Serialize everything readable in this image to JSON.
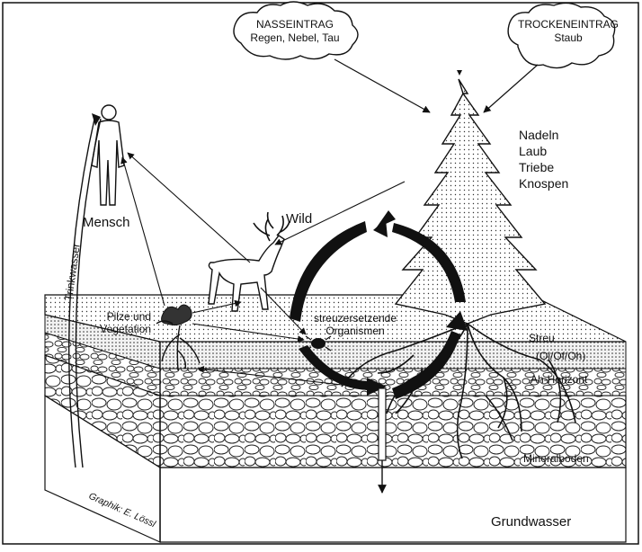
{
  "clouds": {
    "wet": {
      "title": "NASSEINTRAG",
      "subtitle": "Regen, Nebel, Tau"
    },
    "dry": {
      "title": "TROCKENEINTRAG",
      "subtitle": "Staub"
    }
  },
  "tree_parts": [
    "Nadeln",
    "Laub",
    "Triebe",
    "Knospen"
  ],
  "labels": {
    "human": "Mensch",
    "game": "Wild",
    "drinking_water": "Trinkwasser",
    "fungi": [
      "Pilze und",
      "Vegetation"
    ],
    "decomposers": [
      "streuzersetzende",
      "Organismen"
    ],
    "litter": "Streu",
    "organic_layers": "(Ol/Of/Oh)",
    "ah_horizon": "Ah-Horizont",
    "mineral_soil": "Mineralboden",
    "groundwater": "Grundwasser",
    "credit": "Graphik: E. Lössl"
  },
  "colors": {
    "ink": "#111111",
    "background": "#ffffff",
    "stipple": "#d9d9d9"
  }
}
